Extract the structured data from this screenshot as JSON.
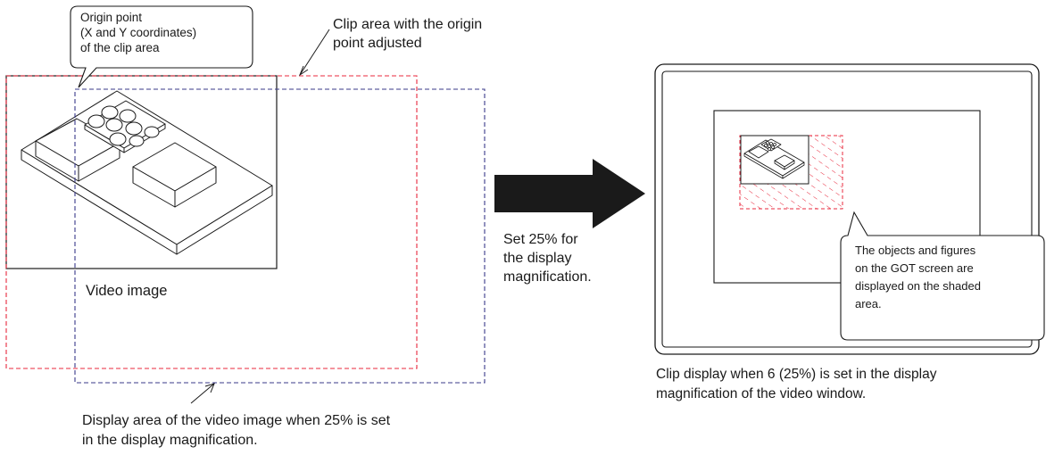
{
  "callouts": {
    "origin": [
      "Origin point",
      "(X and Y coordinates)",
      "of the clip area"
    ],
    "clip_adjusted": [
      "Clip area with the origin",
      "point adjusted"
    ],
    "shaded_note": [
      "The objects and figures",
      "on the GOT screen are",
      "displayed on the shaded",
      "area."
    ]
  },
  "labels": {
    "video_image": "Video image",
    "display_area": [
      "Display area of the video image when 25% is set",
      "in the display magnification."
    ],
    "set_magnification": [
      "Set 25% for",
      "the display",
      "magnification."
    ],
    "clip_display": [
      "Clip display when 6 (25%) is set in the display",
      "magnification of the video window."
    ]
  },
  "colors": {
    "clip_area_dashed": "#e8283c",
    "display_area_dashed": "#3a3a8a",
    "outline": "#1a1a1a"
  }
}
